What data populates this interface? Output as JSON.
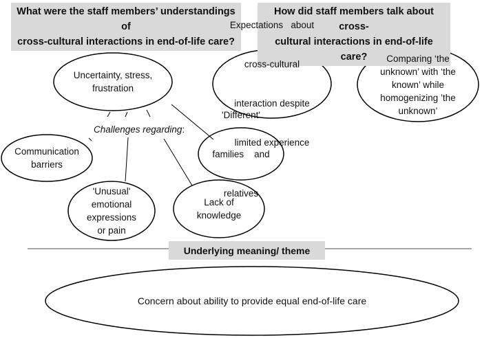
{
  "questions": {
    "left": {
      "line1": "What were the staff members’ understandings of",
      "line2": "cross-cultural interactions in end-of-life care?"
    },
    "right": {
      "line1": "How did staff members talk about cross-",
      "line2": "cultural interactions in end-of-life care?"
    }
  },
  "nodes": {
    "uncertainty": {
      "line1": "Uncertainty, stress,",
      "line2": "frustration"
    },
    "challenges_label": "Challenges regarding",
    "challenges_colon": ":",
    "communication": {
      "line1": "Communication",
      "line2": "barriers"
    },
    "unusual": {
      "line1": "'Unusual'",
      "line2": "emotional",
      "line3": "expressions",
      "line4": "or pain"
    },
    "lack": {
      "line1": "Lack of",
      "line2": "knowledge"
    },
    "different": {
      "line1": "'Different'",
      "line2": "families    and",
      "line3": "relatives"
    },
    "expectations": {
      "line1": "Expectations   about",
      "line2": "cross-cultural",
      "line3": "interaction despite",
      "line4": "limited experience"
    },
    "comparing": {
      "line1": "Comparing ‘the",
      "line2": "unknown’ with ‘the",
      "line3": "known’ while",
      "line4": "homogenizing ’the",
      "line5": "unknown’"
    }
  },
  "theme": {
    "label": "Underlying meaning/ theme",
    "concern": "Concern about ability to provide equal end-of-life care"
  }
}
